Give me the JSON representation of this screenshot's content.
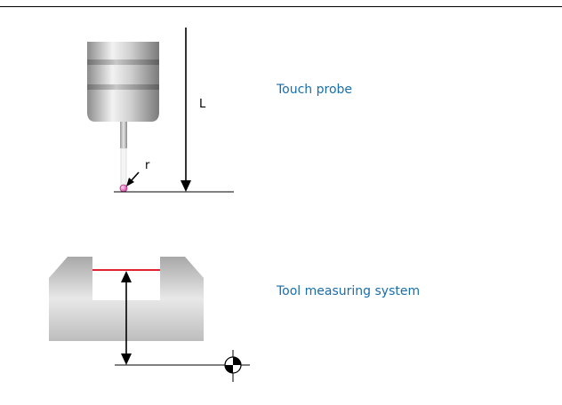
{
  "touch_probe": {
    "caption": "Touch probe",
    "length_label": "L",
    "radius_label": "r"
  },
  "tool_measuring": {
    "caption": "Tool measuring system"
  },
  "colors": {
    "caption": "#1a6ea8",
    "measure_line": "#e0232d",
    "ball": "#e25bbf"
  },
  "icons": [
    "datum-symbol-icon"
  ]
}
